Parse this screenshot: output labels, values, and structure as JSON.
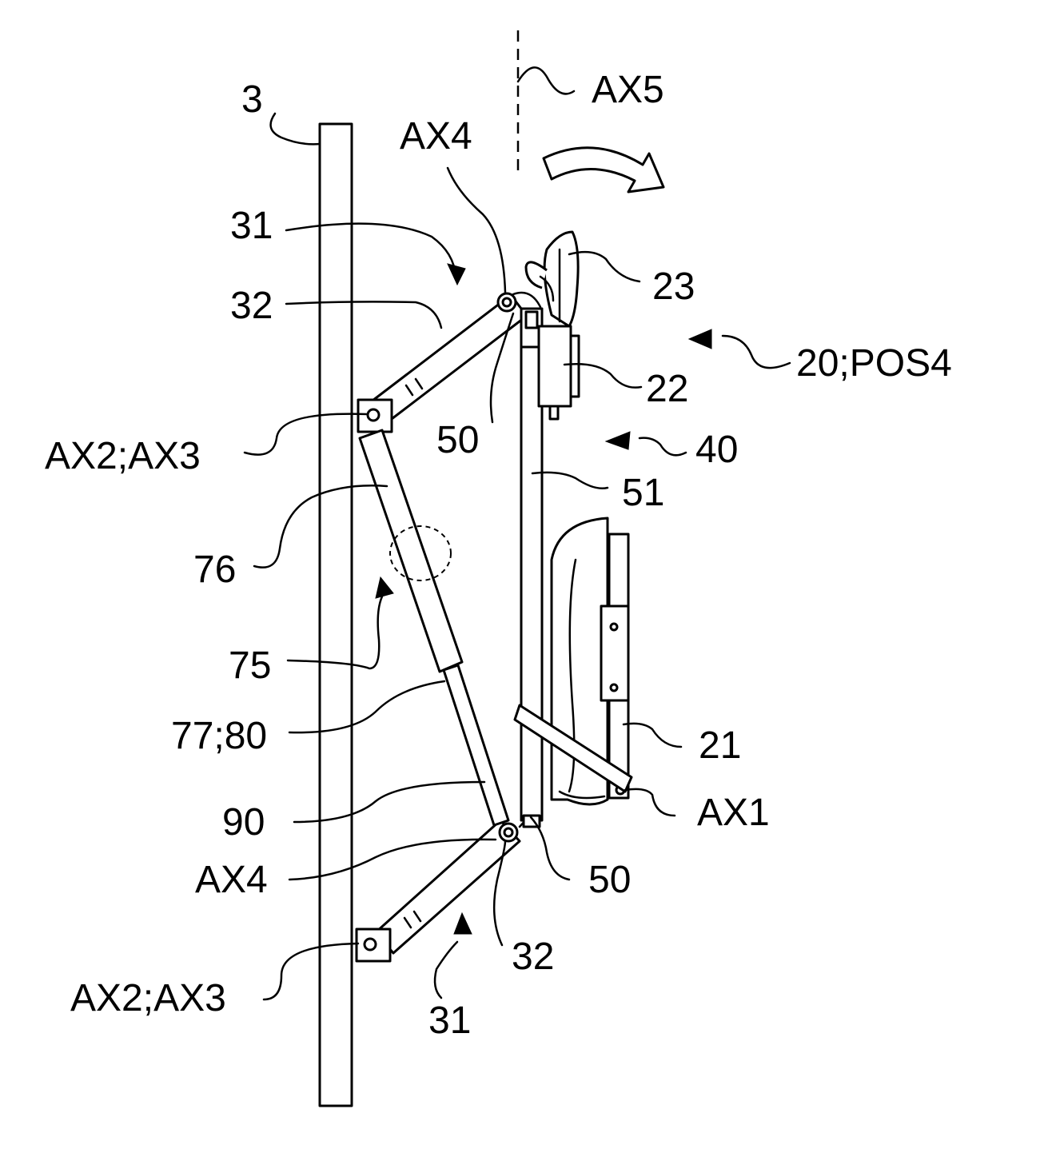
{
  "labels": {
    "wall": "3",
    "ax5": "AX5",
    "ax4_top": "AX4",
    "arm31_top": "31",
    "arm32_top": "32",
    "part23": "23",
    "pos4": "20;POS4",
    "part22": "22",
    "ax23_top": "AX2;AX3",
    "part50_top": "50",
    "part40": "40",
    "part51": "51",
    "part76": "76",
    "part75": "75",
    "part7780": "77;80",
    "part21": "21",
    "ax1": "AX1",
    "part90": "90",
    "ax4_bottom": "AX4",
    "part50_bottom": "50",
    "arm32_bottom": "32",
    "ax23_bottom": "AX2;AX3",
    "arm31_bottom": "31"
  },
  "colors": {
    "ink": "#000000",
    "paper": "#ffffff"
  }
}
